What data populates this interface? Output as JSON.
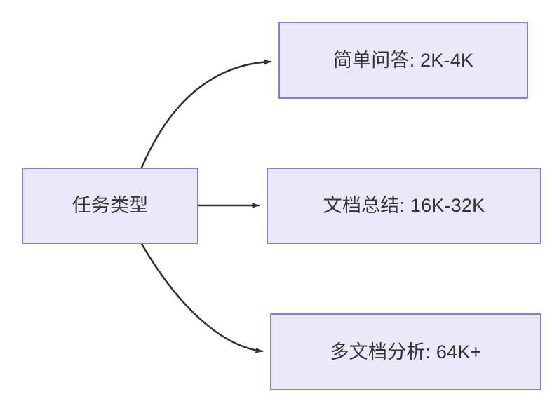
{
  "diagram": {
    "type": "flowchart",
    "direction": "left-to-right",
    "background_color": "#ffffff",
    "node_fill_color": "#ebe8fa",
    "node_border_color": "#8c7ad6",
    "node_text_color": "#333333",
    "edge_color": "#333333",
    "nodes": [
      {
        "id": "source",
        "label": "任务类型",
        "role": "root"
      },
      {
        "id": "simple_qa",
        "label": "简单问答: 2K-4K",
        "role": "leaf"
      },
      {
        "id": "doc_summary",
        "label": "文档总结: 16K-32K",
        "role": "leaf"
      },
      {
        "id": "multi_doc",
        "label": "多文档分析: 64K+",
        "role": "leaf"
      }
    ],
    "edges": [
      {
        "from": "source",
        "to": "simple_qa",
        "style": "curved",
        "arrow": "triangle"
      },
      {
        "from": "source",
        "to": "doc_summary",
        "style": "straight",
        "arrow": "triangle"
      },
      {
        "from": "source",
        "to": "multi_doc",
        "style": "curved",
        "arrow": "triangle"
      }
    ]
  }
}
